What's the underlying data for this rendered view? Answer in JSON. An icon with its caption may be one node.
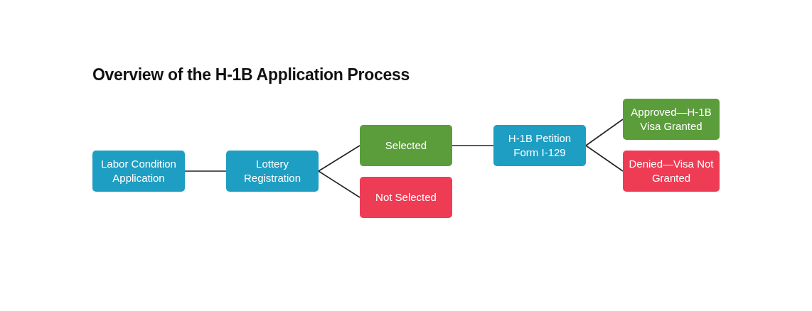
{
  "diagram": {
    "title": "Overview of the H-1B Application Process",
    "nodes": [
      {
        "text": [
          "Labor Condition Application"
        ]
      },
      {
        "text": [
          "Lottery Registration"
        ]
      },
      {
        "text": [
          "Selected"
        ]
      },
      {
        "text": [
          "Not Selected"
        ]
      },
      {
        "text": [
          "H-1B Petition Form I-129"
        ]
      },
      {
        "text": [
          "Approved—H-1B Visa Granted"
        ]
      },
      {
        "text": [
          "Denied—Visa Not Granted"
        ]
      }
    ],
    "edges": [
      {
        "from": 0,
        "to": 1,
        "arrow": "none"
      },
      {
        "from": 1,
        "to": 2,
        "arrow": "none"
      },
      {
        "from": 1,
        "to": 3,
        "arrow": "none"
      },
      {
        "from": 2,
        "to": 4,
        "arrow": "none"
      },
      {
        "from": 4,
        "to": 5,
        "arrow": "none"
      },
      {
        "from": 4,
        "to": 6,
        "arrow": "none"
      }
    ]
  }
}
